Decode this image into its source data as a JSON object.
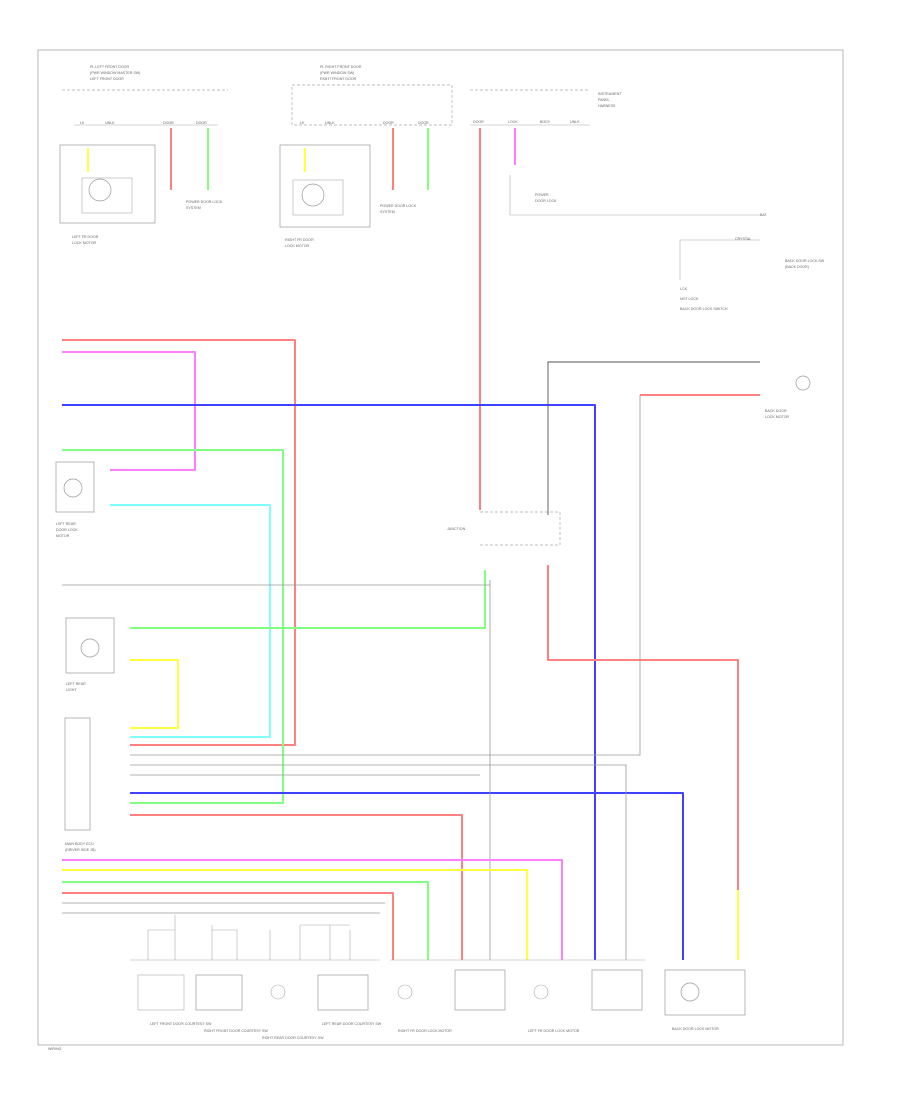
{
  "labels": {
    "top_left_title_1": "PL LEFT FRONT DOOR",
    "top_left_title_2": "(PWR WINDOW MASTER SW)",
    "top_left_title_3": "LEFT FRONT DOOR",
    "top_mid_title_1": "PL RIGHT FRONT DOOR",
    "top_mid_title_2": "(PWR WINDOW SW)",
    "top_mid_title_3": "RIGHT FRONT DOOR",
    "top_right_title_1": "INSTRUMENT",
    "top_right_title_2": "PANEL",
    "top_right_title_3": "HARNESS",
    "left_motor_label_1": "LEFT FR DOOR",
    "left_motor_label_2": "LOCK MOTOR",
    "right_motor_label_1": "RIGHT FR DOOR",
    "right_motor_label_2": "LOCK MOTOR",
    "power_lock_label_1": "POWER",
    "power_lock_label_2": "DOOR LOCK",
    "power_lock_label_3": "SYSTEM",
    "back_door_label_1": "BACK DOOR",
    "back_door_label_2": "LOCK MOTOR",
    "back_door_sw_1": "BACK DOOR LOCK SW",
    "back_door_sw_2": "(BACK DOOR)",
    "back_door_lock_label": "BACK DOOR LOCK SWITCH",
    "left_rear_door_1": "LEFT REAR",
    "left_rear_door_2": "DOOR LOCK",
    "left_rear_door_3": "MOTOR",
    "left_rear_light_1": "LEFT REAR",
    "left_rear_light_2": "LIGHT",
    "main_body_ecu_1": "MAIN BODY ECU",
    "main_body_ecu_2": "(DRIVER SIDE JB)",
    "bottom_1": "LEFT FRONT DOOR COURTESY SW",
    "bottom_2": "RIGHT FRONT DOOR COURTESY SW",
    "bottom_3": "RIGHT REAR DOOR COURTESY SW",
    "bottom_4": "LEFT REAR DOOR COURTESY SW",
    "bottom_5": "RIGHT FR DOOR LOCK MOTOR",
    "bottom_6": "LEFT FR DOOR LOCK MOTOR",
    "bottom_7": "BACK DOOR LOCK MOTOR",
    "junction": "JUNCTION",
    "footer": "WIRING"
  },
  "colors": {
    "red": "#ff8080",
    "pink": "#ff80ff",
    "blue": "#4040ff",
    "green": "#80ff80",
    "cyan": "#80ffff",
    "yellow": "#ffff40",
    "black": "#555555",
    "gray": "#9a9a9a"
  }
}
